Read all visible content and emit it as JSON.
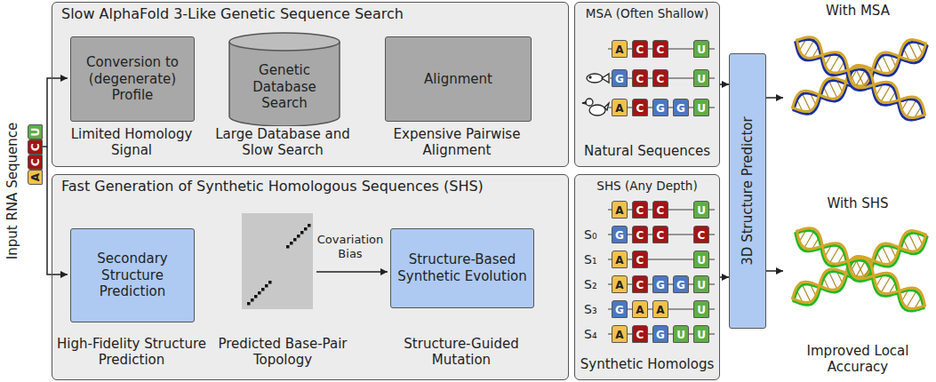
{
  "diagram": {
    "nodes": [
      {
        "text": [
          "Slow AlphaFold 3-Like Genetic Sequence Search"
        ]
      },
      {
        "text": [
          "Conversion to (degenerate) Profile"
        ],
        "in": 0
      },
      {
        "text": [
          "Genetic Database Search"
        ],
        "in": 0
      },
      {
        "text": [
          "Alignment"
        ],
        "in": 0
      },
      {
        "text": [
          "MSA (Often Shallow)",
          "Natural Sequences"
        ]
      },
      {
        "text": [
          "Fast Generation of Synthetic Homologous Sequences (SHS)"
        ]
      },
      {
        "text": [
          "Secondary Structure Prediction"
        ],
        "in": 5
      },
      {
        "text": [
          "Structure-Based Synthetic Evolution"
        ],
        "in": 5
      },
      {
        "text": [
          "SHS (Any Depth)",
          "Synthetic Homologs"
        ]
      },
      {
        "text": [
          "3D Structure Predictor"
        ]
      }
    ],
    "edges": [
      {
        "from": 4,
        "to": 9,
        "arrow": "to"
      },
      {
        "from": 8,
        "to": 9,
        "arrow": "to"
      }
    ],
    "labels": [
      "Input RNA Sequence",
      "A",
      "C",
      "C",
      "U",
      "Limited Homology Signal",
      "Large Database and Slow Search",
      "Expensive Pairwise Alignment",
      "A",
      "C",
      "C",
      "U",
      "G",
      "C",
      "C",
      "U",
      "A",
      "C",
      "G",
      "G",
      "U",
      "High-Fidelity Structure Prediction",
      "Predicted Base-Pair Topology",
      "Covariation Bias",
      "Structure-Guided Mutation",
      "A",
      "C",
      "C",
      "U",
      "S₀",
      "G",
      "C",
      "C",
      "C",
      "S₁",
      "A",
      "C",
      "U",
      "S₂",
      "A",
      "C",
      "G",
      "G",
      "U",
      "S₃",
      "G",
      "A",
      "A",
      "U",
      "S₄",
      "A",
      "C",
      "G",
      "U",
      "U",
      "With MSA",
      "With SHS",
      "Improved Local Accuracy"
    ]
  }
}
